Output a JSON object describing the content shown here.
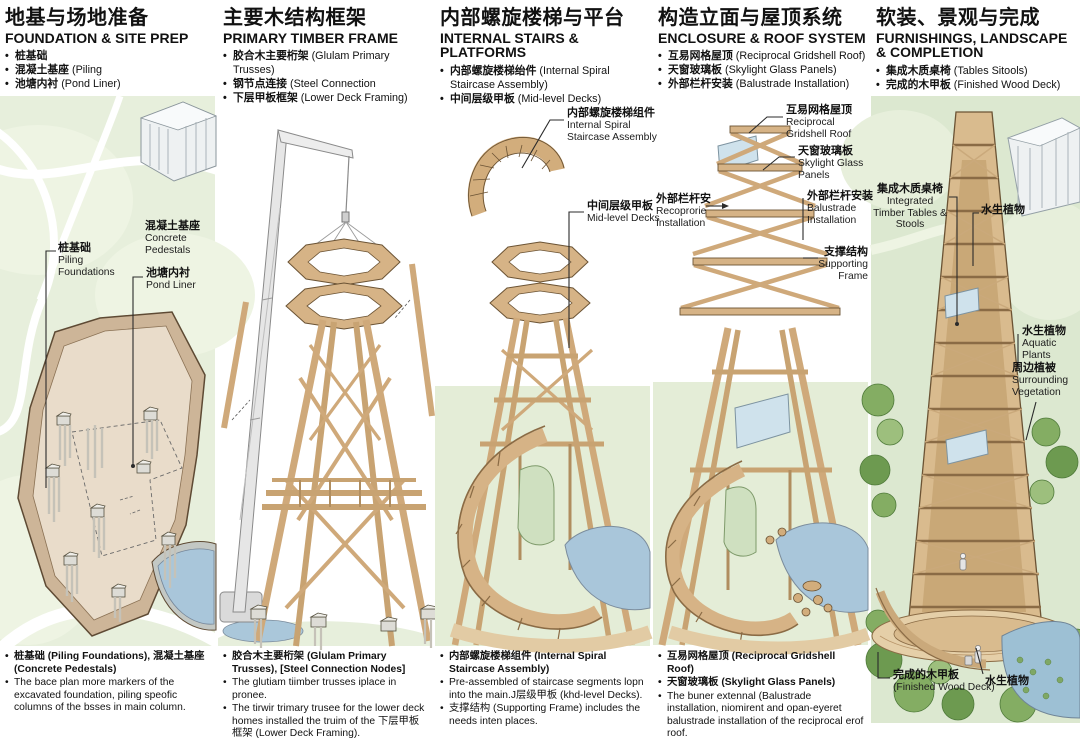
{
  "colors": {
    "wood": "#d2ad7c",
    "wood_dark": "#8a6b45",
    "landscape_green": "#e4edd7",
    "water_blue": "#a9c6da",
    "ink": "#111111"
  },
  "panels": [
    {
      "title_cn": "地基与场地准备",
      "title_en": "FOUNDATION & SITE PREP",
      "bullets": [
        {
          "cn": "桩基础",
          "en": ""
        },
        {
          "cn": "混凝土基座",
          "en": "(Piling"
        },
        {
          "cn": "池塘内衬",
          "en": "(Pond Liner)"
        }
      ],
      "annotations": [
        {
          "cn": "桩基础",
          "en": "Piling Foundations"
        },
        {
          "cn": "混凝土基座",
          "en": "Concrete Pedestals"
        },
        {
          "cn": "池塘内衬",
          "en": "Pond Liner"
        }
      ],
      "footnotes": [
        {
          "bold": true,
          "text": "桩基础 (Piling Foundations), 混凝土基座 (Concrete Pedestals)"
        },
        {
          "bold": false,
          "text": "The bace plan more markers of the excavated foundation, piling speofic columns of the bsses in main column."
        }
      ]
    },
    {
      "title_cn": "主要木结构框架",
      "title_en": "PRIMARY TIMBER FRAME",
      "bullets": [
        {
          "cn": "胶合木主要桁架",
          "en": "(Glulam Primary Trusses)"
        },
        {
          "cn": "钢节点连接",
          "en": "(Steel Connection"
        },
        {
          "cn": "下层甲板框架",
          "en": "(Lower Deck Framing)"
        }
      ],
      "annotations": [],
      "footnotes": [
        {
          "bold": true,
          "text": "胶合木主要桁架 (Glulam Primary Trusses), [Steel Connection Nodes]"
        },
        {
          "bold": false,
          "text": "The glutiam tiimber trusses iplace in pronee."
        },
        {
          "bold": false,
          "text": "The tirwir trimary trusee for the lower deck homes installed the truim of the 下层甲板框架 (Lower Deck Framing)."
        }
      ]
    },
    {
      "title_cn": "内部螺旋楼梯与平台",
      "title_en": "INTERNAL STAIRS & PLATFORMS",
      "bullets": [
        {
          "cn": "内部螺旋楼梯绐件",
          "en": "(Internal Spiral Staircase Assembly)"
        },
        {
          "cn": "中间层级甲板",
          "en": "(Mid-level Decks)"
        }
      ],
      "annotations": [
        {
          "cn": "内部螺旋楼梯组件",
          "en": "Internal Spiral Staircase Assembly"
        },
        {
          "cn": "中间层级甲板",
          "en": "Mid-level Decks"
        }
      ],
      "footnotes": [
        {
          "bold": true,
          "text": "内部螺旋楼梯组件 (Internal Spiral Staircase Assembly)"
        },
        {
          "bold": false,
          "text": "Pre-assembled of staircase segments lopn into the main.J层级甲板 (khd-level Decks)."
        },
        {
          "bold": false,
          "text": "支撑结构 (Supporting Frame) includes the needs inten places."
        }
      ]
    },
    {
      "title_cn": "构造立面与屋顶系统",
      "title_en": "ENCLOSURE & ROOF SYSTEM",
      "bullets": [
        {
          "cn": "互易网格屋顶",
          "en": "(Reciprocal Gridshell Roof)"
        },
        {
          "cn": "天窗玻璃板",
          "en": "(Skylight Glass Panels)"
        },
        {
          "cn": "外部栏杆安装",
          "en": "(Balustrade Installation)"
        }
      ],
      "annotations": [
        {
          "cn": "互易网格屋顶",
          "en": "Reciprocal Gridshell Roof"
        },
        {
          "cn": "天窗玻璃板",
          "en": "Skylight Glass Panels"
        },
        {
          "cn": "外部栏杆安",
          "en": "Recoprorie Installation"
        },
        {
          "cn": "外部栏杆安装",
          "en": "Balustrade Installation"
        },
        {
          "cn": "支撑结构",
          "en": "Supporting Frame"
        }
      ],
      "footnotes": [
        {
          "bold": true,
          "text": "互易网格屋顶 (Reciprocal Gridshell Roof)"
        },
        {
          "bold": true,
          "text": "天窗玻璃板  (Skylight Glass Panels)"
        },
        {
          "bold": false,
          "text": "The buner extennal (Balustrade installation, niomirent and opan-eyeret balustrade installation of the reciprocal erof roof."
        }
      ]
    },
    {
      "title_cn": "软装、景观与完成",
      "title_en": "FURNISHINGS, LANDSCAPE & COMPLETION",
      "bullets": [
        {
          "cn": "集成木质桌椅",
          "en": "(Tables Sitools)"
        },
        {
          "cn": "完成的木甲板",
          "en": "(Finished Wood Deck)"
        }
      ],
      "annotations": [
        {
          "cn": "集成木质桌椅",
          "en": "Integrated Timber Tables & Stools"
        },
        {
          "cn": "水生植物",
          "en": ""
        },
        {
          "cn": "水生植物",
          "en": "Aquatic Plants"
        },
        {
          "cn": "周边植被",
          "en": "Surrounding Vegetation"
        },
        {
          "cn": "完成的木甲板",
          "en": "(Finished Wood Deck)"
        },
        {
          "cn": "水生植物",
          "en": ""
        }
      ],
      "footnotes": []
    }
  ]
}
